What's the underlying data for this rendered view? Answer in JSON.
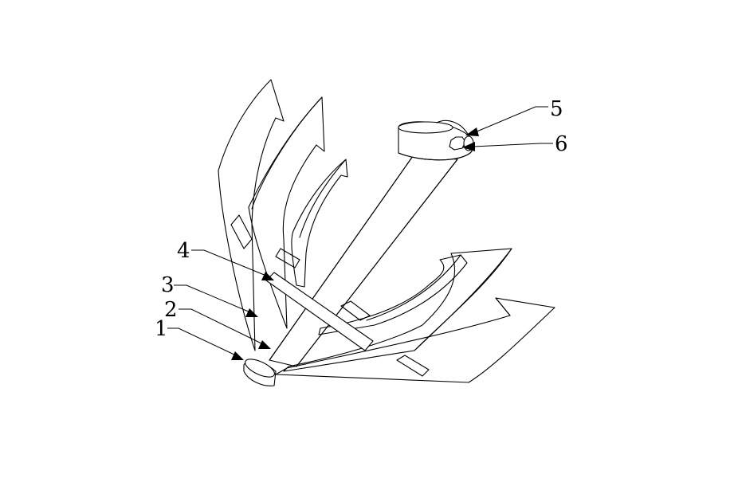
{
  "labels": {
    "p1": "1",
    "p2": "2",
    "p3": "3",
    "p4": "4",
    "p5": "5",
    "p6": "6"
  },
  "colors": {
    "line": "#000000",
    "background": "#ffffff"
  }
}
